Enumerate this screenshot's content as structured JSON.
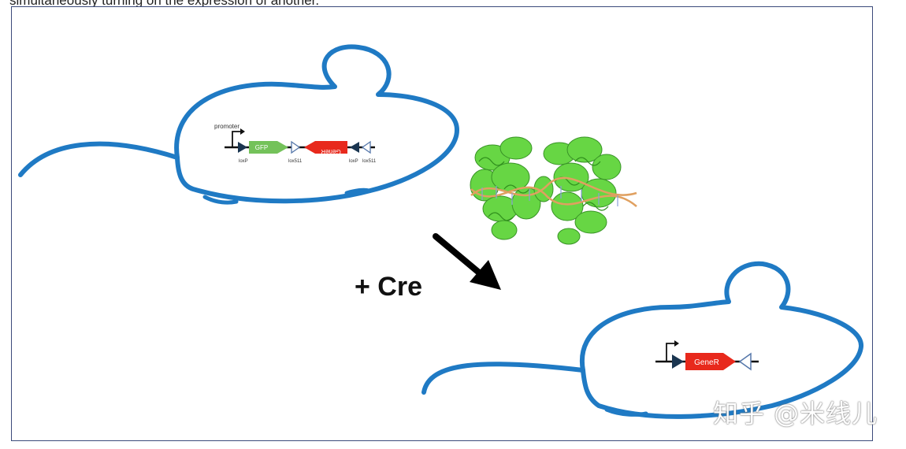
{
  "caption": "simultaneously turning on the expression of another.",
  "cre_label": "+ Cre",
  "watermark": "知乎 @米线儿",
  "construct_before": {
    "promoter_label": "promoter",
    "gene1": "GFP",
    "gene2": "GeneR",
    "site_labels": [
      "loxP",
      "lox511",
      "loxP",
      "lox511"
    ]
  },
  "construct_after": {
    "gene": "GeneR"
  },
  "colors": {
    "mouse_outline": "#1f7ac4",
    "gfp": "#74c25a",
    "gene_r": "#e8291c",
    "protein": "#5fd43a",
    "dna": "#e0a060",
    "frame": "#3b4a7a"
  }
}
